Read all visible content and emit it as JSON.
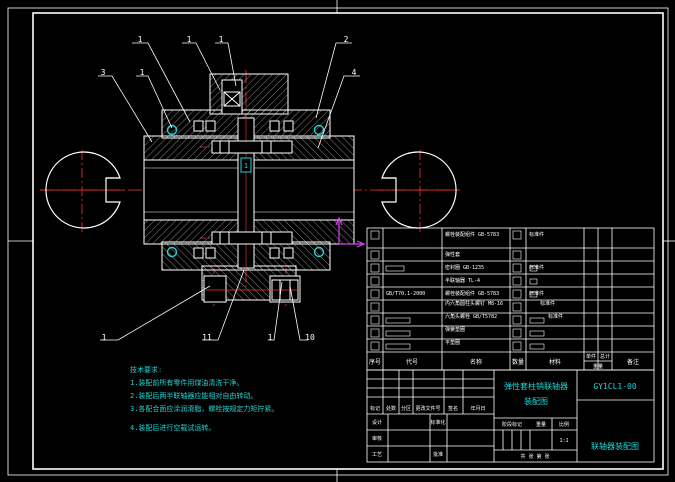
{
  "drawing": {
    "balloons": [
      "1",
      "1",
      "1",
      "2",
      "3",
      "1",
      "4",
      "1",
      "11",
      "1",
      "10"
    ],
    "notes_title": "技术要求:",
    "notes": [
      "1.装配前所有零件用煤油清洗干净。",
      "2.装配后两半联轴器应能相对自由转动。",
      "3.各配合面应涂润滑脂，螺栓按规定力矩拧紧。",
      "4.装配后进行空载试运转。"
    ],
    "center_mark": "1"
  },
  "bom": {
    "rows": [
      {
        "name": "螺栓装配组件 GB-5783",
        "note": "标准件"
      },
      {
        "name": "弹性套",
        "note": ""
      },
      {
        "name": "密封圈 GB-1235",
        "note": "标准件"
      },
      {
        "name": "半联轴器 TL-4",
        "note": ""
      },
      {
        "name": "螺栓装配组件 GB-5783",
        "note": "标准件"
      },
      {
        "code": "GB/T70.1-2000",
        "name": "内六角圆柱头螺钉 M8-16",
        "note": "标准件"
      },
      {
        "name": "六角头螺栓 GB/T5782",
        "note": "标准件"
      },
      {
        "name": "弹簧垫圈",
        "note": ""
      },
      {
        "name": "平垫圈",
        "note": ""
      }
    ],
    "header": {
      "seq": "序号",
      "code": "代号",
      "name": "名称",
      "qty": "数量",
      "material": "材料",
      "unit_weight": "单件",
      "total_weight": "总计",
      "weight": "重量",
      "remark": "备注"
    }
  },
  "title_block": {
    "title_line1": "弹性套柱销联轴器",
    "title_line2": "装配图",
    "drawing_no": "GY1CL1-00",
    "revision_labels": [
      "标记",
      "处数",
      "分区",
      "更改文件号",
      "签名",
      "年月日"
    ],
    "design": "设计",
    "check": "审核",
    "process": "工艺",
    "approve": "批准",
    "standardize": "标准化",
    "stage_labels": [
      "阶段标记",
      "重量",
      "比例"
    ],
    "scale": "1:1",
    "sheet": "共 张 第 张",
    "company": "联轴器装配图"
  }
}
